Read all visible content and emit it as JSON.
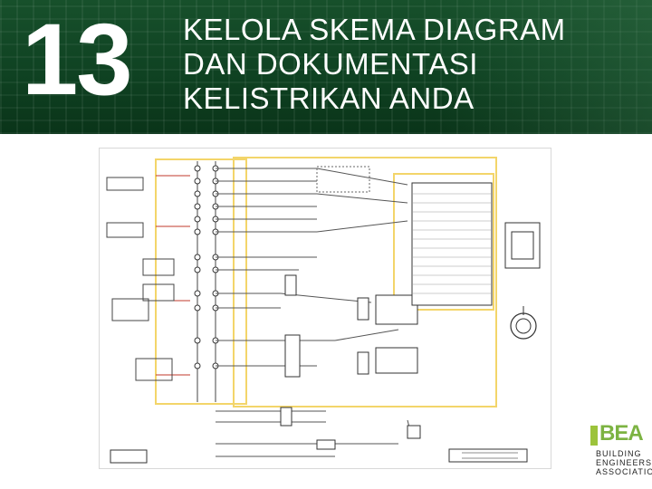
{
  "slide": {
    "number": "13",
    "title_lines": [
      "KELOLA SKEMA DIAGRAM",
      "DAN DOKUMENTASI",
      "KELISTRIKAN ANDA"
    ]
  },
  "logo": {
    "mark": "BEA",
    "lines": [
      "BUILDING",
      "ENGINEERS",
      "ASSOCIATION"
    ]
  },
  "colors": {
    "header_green": "#0f4222",
    "highlight_yellow": "#f3d56a",
    "wire_red": "#c0392b",
    "logo_green": "#7cb342"
  }
}
